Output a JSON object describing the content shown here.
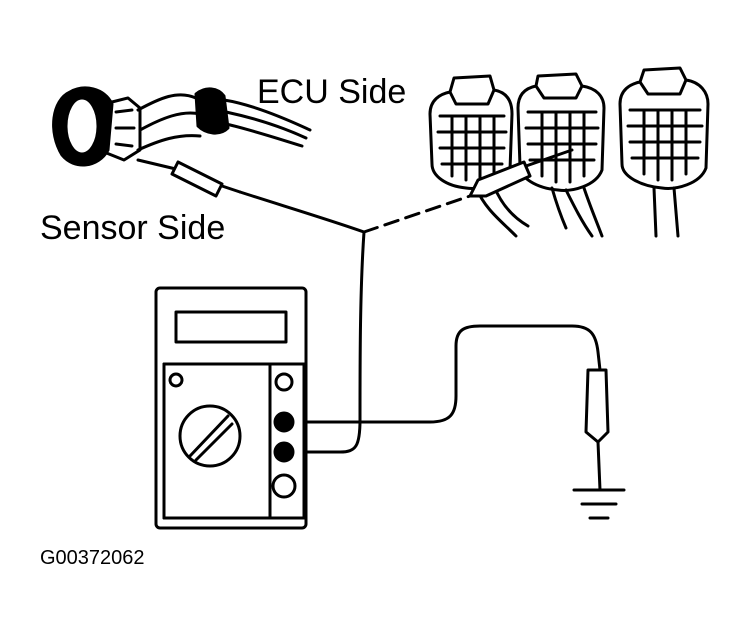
{
  "labels": {
    "ecu_side": "ECU Side",
    "sensor_side": "Sensor Side",
    "figure_code": "G00372062"
  },
  "colors": {
    "ink": "#000000",
    "paper": "#ffffff"
  }
}
